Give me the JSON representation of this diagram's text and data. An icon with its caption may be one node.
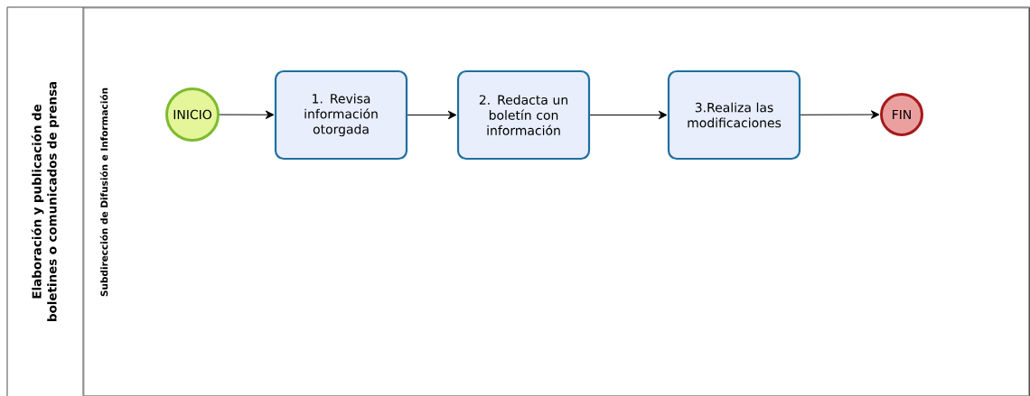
{
  "diagram": {
    "nodes": [
      {
        "text": [
          "Elaboración y publicación de boletines o comunicados de prensa"
        ]
      },
      {
        "text": [
          "Subdirección de Difusión e Información"
        ],
        "in": 0
      },
      {
        "text": [
          "INICIO"
        ],
        "in": 1
      },
      {
        "text": [
          "1. Revisa información otorgada"
        ],
        "in": 1
      },
      {
        "text": [
          "2. Redacta un boletín con información"
        ],
        "in": 1
      },
      {
        "text": [
          "3.Realiza las modificaciones"
        ],
        "in": 1
      },
      {
        "text": [
          "FIN"
        ],
        "in": 1
      }
    ],
    "edges": [
      {
        "from": 2,
        "to": 3,
        "arrow": "to"
      },
      {
        "from": 3,
        "to": 4,
        "arrow": "to"
      },
      {
        "from": 4,
        "to": 5,
        "arrow": "to"
      },
      {
        "from": 5,
        "to": 6,
        "arrow": "to"
      }
    ]
  }
}
